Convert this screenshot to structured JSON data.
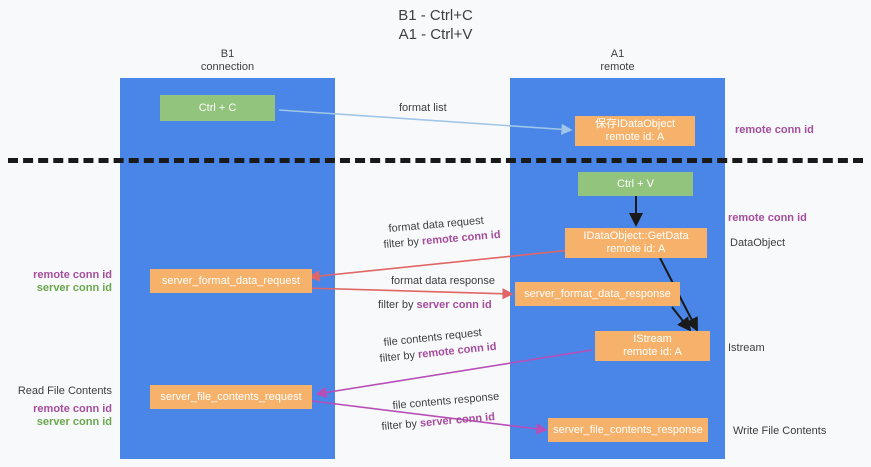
{
  "title": {
    "line1": "B1 - Ctrl+C",
    "line2": "A1 - Ctrl+V"
  },
  "lanes": [
    {
      "id": "b1",
      "name": "B1",
      "role": "connection",
      "color": "#4a86e8"
    },
    {
      "id": "a1",
      "name": "A1",
      "role": "remote",
      "color": "#4a86e8"
    }
  ],
  "nodes": {
    "ctrl_c": {
      "line1": "Ctrl + C",
      "line2": ""
    },
    "save_idataobject": {
      "line1": "保存IDataObject",
      "line2": "remote id: A"
    },
    "ctrl_v": {
      "line1": "Ctrl + V",
      "line2": ""
    },
    "idataobject_getdata": {
      "line1": "IDataObject::GetData",
      "line2": "remote id: A"
    },
    "server_format_data_request": {
      "line1": "server_format_data_request",
      "line2": ""
    },
    "server_format_data_response": {
      "line1": "server_format_data_response",
      "line2": ""
    },
    "istream": {
      "line1": "IStream",
      "line2": "remote id: A"
    },
    "server_file_contents_request": {
      "line1": "server_file_contents_request",
      "line2": ""
    },
    "server_file_contents_response": {
      "line1": "server_file_contents_response",
      "line2": ""
    }
  },
  "edge_labels": {
    "format_list": "format list",
    "format_data_request": "format data request",
    "format_data_request_filter_prefix": "filter by ",
    "format_data_request_filter_key": "remote conn id",
    "format_data_response": "format data response",
    "format_data_response_filter_prefix": "filter by ",
    "format_data_response_filter_key": "server conn id",
    "file_contents_request": "file contents request",
    "file_contents_request_filter_prefix": "filter by ",
    "file_contents_request_filter_key": "remote conn id",
    "file_contents_response": "file contents response",
    "file_contents_response_filter_prefix": "filter by ",
    "file_contents_response_filter_key": "server conn id"
  },
  "annotations": {
    "right_remote_conn_id_top": "remote conn id",
    "right_remote_conn_id_mid": "remote conn id",
    "right_dataobject": "DataObject",
    "right_istream": "Istream",
    "right_write_file_contents": "Write File Contents",
    "left_remote_conn_id_mid": "remote conn id",
    "left_server_conn_id_mid": "server conn id",
    "left_read_file_contents": "Read File Contents",
    "left_remote_conn_id_bottom": "remote conn id",
    "left_server_conn_id_bottom": "server conn id"
  },
  "colors": {
    "lane": "#4a86e8",
    "green_node": "#93c47d",
    "orange_node": "#f6b26b",
    "purple_text": "#a64d9e",
    "green_text": "#6aa84f",
    "blue_arrow": "#9fc5e8",
    "red_arrow": "#e06666",
    "magenta_arrow": "#b84fb8",
    "black_arrow": "#1a1a1a",
    "divider": "#1a1a1a",
    "background": "#f8f9fa"
  }
}
